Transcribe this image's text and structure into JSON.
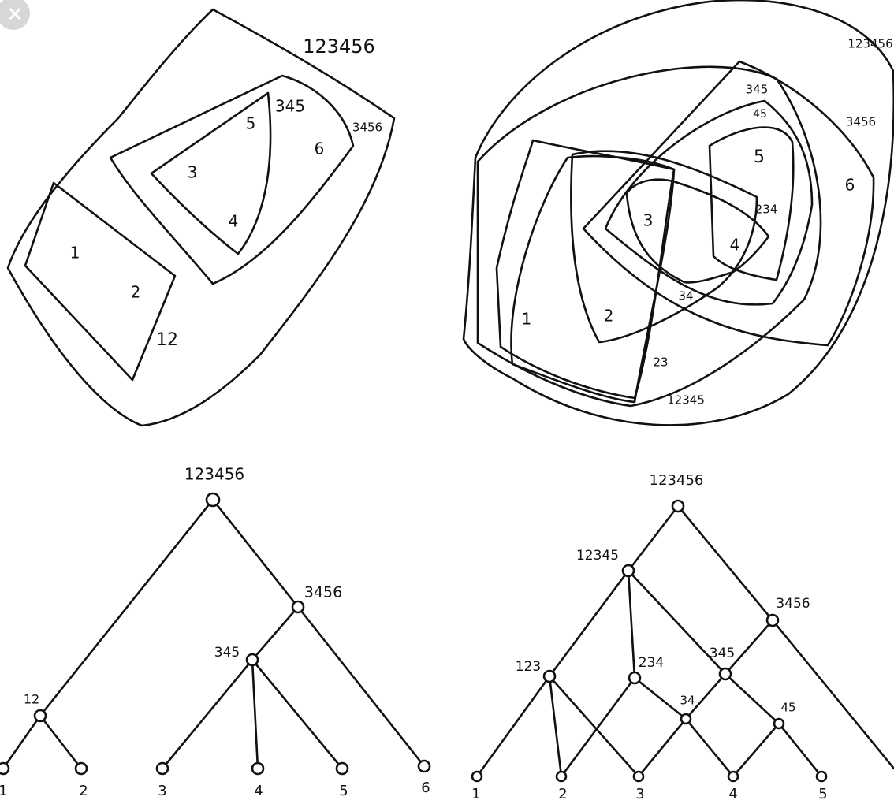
{
  "close_icon_glyph": "✕",
  "euler_simple": {
    "regions": [
      "123456",
      "345",
      "3456",
      "12"
    ],
    "elements": [
      "1",
      "2",
      "3",
      "4",
      "5",
      "6"
    ]
  },
  "euler_overlapping": {
    "regions": [
      "123456",
      "3456",
      "345",
      "45",
      "234",
      "34",
      "23",
      "12345"
    ],
    "elements": [
      "1",
      "2",
      "3",
      "4",
      "5",
      "6"
    ]
  },
  "tree_hierarchy": {
    "nodes": [
      "123456",
      "3456",
      "345",
      "12"
    ],
    "leaves": [
      "1",
      "2",
      "3",
      "4",
      "5",
      "6"
    ]
  },
  "lattice_hierarchy": {
    "nodes": [
      "123456",
      "12345",
      "3456",
      "123",
      "234",
      "345",
      "34",
      "45"
    ],
    "leaves": [
      "1",
      "2",
      "3",
      "4",
      "5"
    ]
  }
}
